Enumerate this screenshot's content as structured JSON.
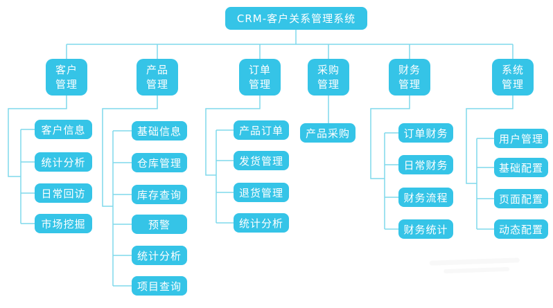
{
  "root": {
    "label": "CRM-客户关系管理系统"
  },
  "branches": [
    {
      "label": "客户管理",
      "lines": [
        "客户",
        "管理"
      ],
      "children": [
        "客户信息",
        "统计分析",
        "日常回访",
        "市场挖掘"
      ]
    },
    {
      "label": "产品管理",
      "lines": [
        "产品",
        "管理"
      ],
      "children": [
        "基础信息",
        "仓库管理",
        "库存查询",
        "预警",
        "统计分析",
        "项目查询"
      ]
    },
    {
      "label": "订单管理",
      "lines": [
        "订单",
        "管理"
      ],
      "children": [
        "产品订单",
        "发货管理",
        "退货管理",
        "统计分析"
      ]
    },
    {
      "label": "采购管理",
      "lines": [
        "采购",
        "管理"
      ],
      "children": [
        "产品采购"
      ]
    },
    {
      "label": "财务管理",
      "lines": [
        "财务",
        "管理"
      ],
      "children": [
        "订单财务",
        "日常财务",
        "财务流程",
        "财务统计"
      ]
    },
    {
      "label": "系统管理",
      "lines": [
        "系统",
        "管理"
      ],
      "children": [
        "用户管理",
        "基础配置",
        "页面配置",
        "动态配置"
      ]
    }
  ],
  "colors": {
    "node_fill": "#35c4e7",
    "connector_line": "#7fd9ec",
    "node_text": "#ffffff",
    "background": "#ffffff"
  }
}
